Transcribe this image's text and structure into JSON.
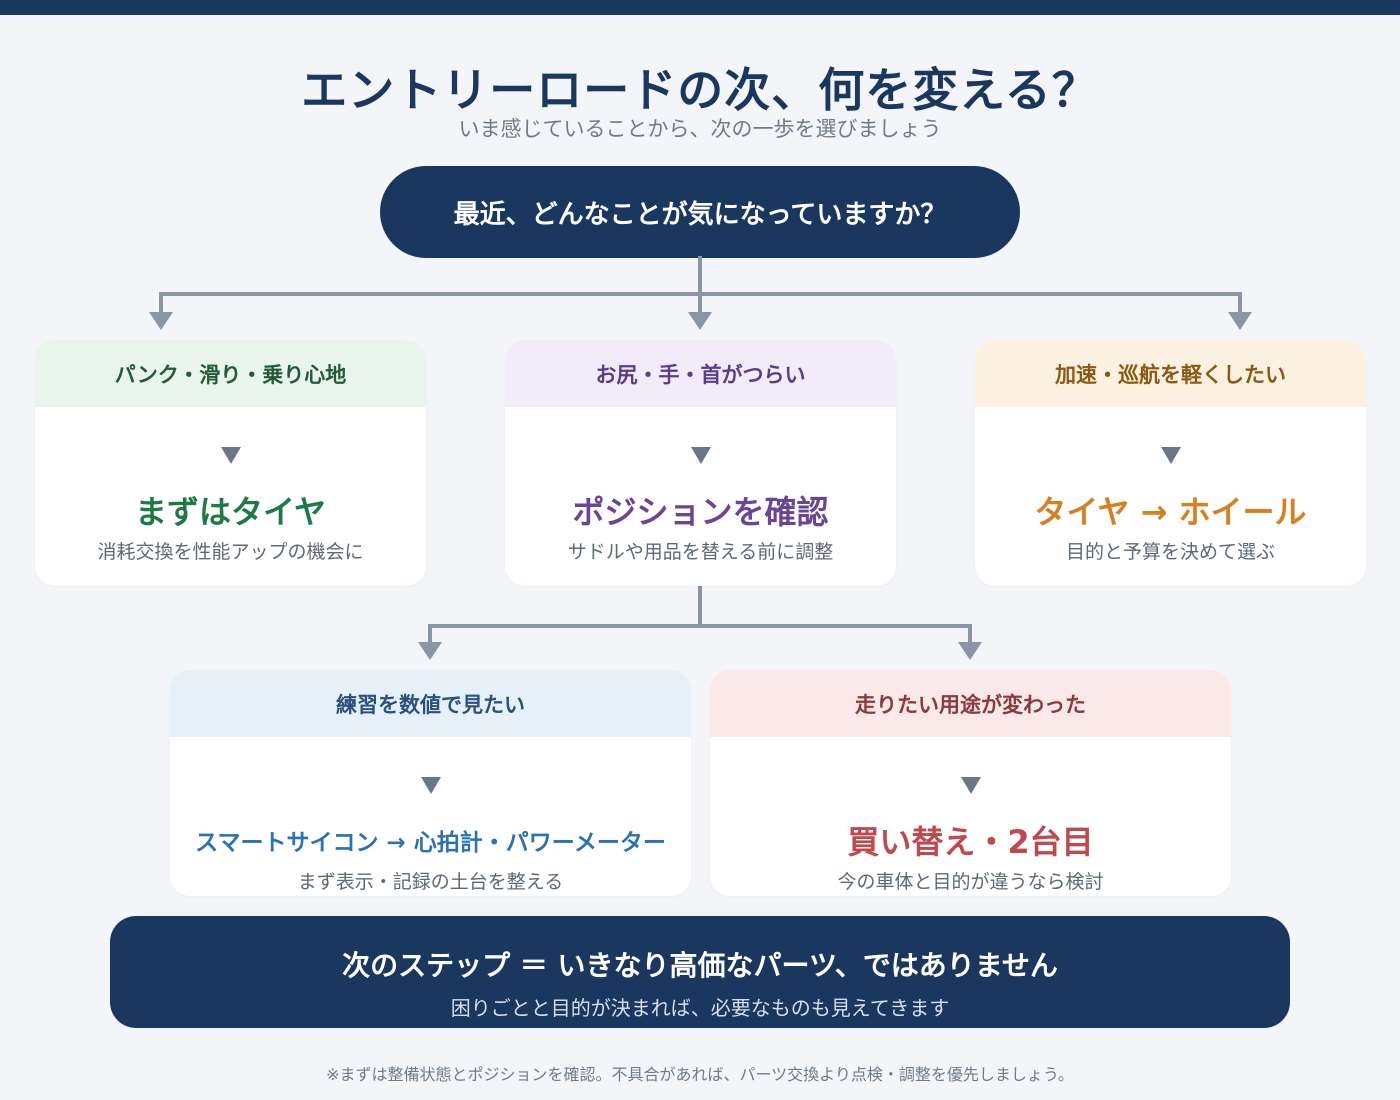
{
  "title": "エントリーロードの次、何を変える？",
  "subtitle": "いま感じていることから、次の一歩を選びましょう",
  "question": "最近、どんなことが気になっていますか？",
  "cards": [
    {
      "head": "パンク・滑り・乗り心地",
      "main": "まずはタイヤ",
      "desc": "消耗交換を性能アップの機会に",
      "head_bg": "#e9f5ec",
      "head_color": "#245a36",
      "main_color": "#1e7a45"
    },
    {
      "head": "お尻・手・首がつらい",
      "main": "ポジションを確認",
      "desc": "サドルや用品を替える前に調整",
      "head_bg": "#f1ecf8",
      "head_color": "#5b3d8a",
      "main_color": "#6a4597"
    },
    {
      "head": "加速・巡航を軽くしたい",
      "main": "タイヤ → ホイール",
      "desc": "目的と予算を決めて選ぶ",
      "head_bg": "#fdf2e2",
      "head_color": "#8a5a14",
      "main_color": "#d8801f"
    },
    {
      "head": "練習を数値で見たい",
      "main": "スマートサイコン → 心拍計・パワーメーター",
      "desc": "まず表示・記録の土台を整える",
      "head_bg": "#e6f0f9",
      "head_color": "#2a5180",
      "main_color": "#2a72b4"
    },
    {
      "head": "走りたい用途が変わった",
      "main": "買い替え・2台目",
      "desc": "今の車体と目的が違うなら検討",
      "head_bg": "#fbe9ea",
      "head_color": "#8a3a3d",
      "main_color": "#c0494f"
    }
  ],
  "bottom": {
    "main": "次のステップ ＝ いきなり高価なパーツ、ではありません",
    "sub": "困りごとと目的が決まれば、必要なものも見えてきます"
  },
  "footnote": "※まずは整備状態とポジションを確認。不具合があれば、パーツ交換より点検・調整を優先しましょう。",
  "colors": {
    "navy": "#1a3760",
    "connector": "#8a95a6",
    "background": "#f3f5f8"
  }
}
